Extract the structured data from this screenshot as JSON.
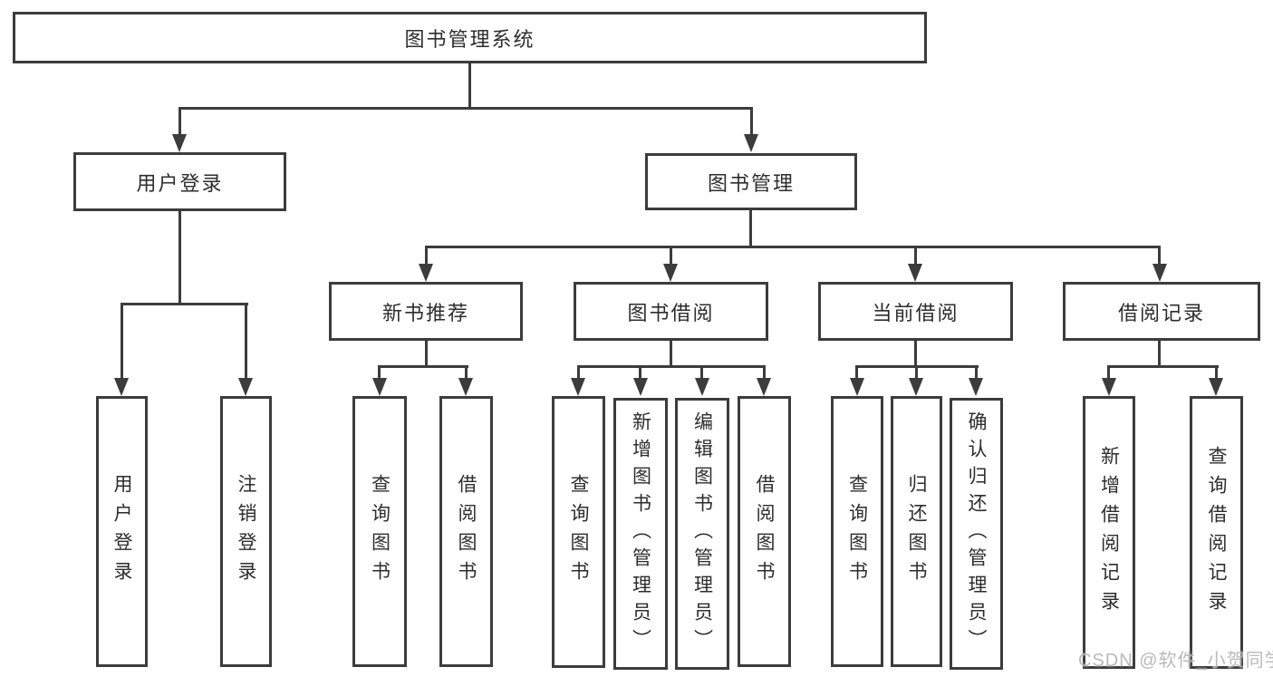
{
  "nodes": {
    "root": {
      "label": "图书管理系统"
    },
    "user_login": {
      "label": "用户登录"
    },
    "book_mgmt": {
      "label": "图书管理"
    },
    "new_books": {
      "label": "新书推荐"
    },
    "book_borrow": {
      "label": "图书借阅"
    },
    "current_borrow": {
      "label": "当前借阅"
    },
    "borrow_records": {
      "label": "借阅记录"
    },
    "leaf_user_login": {
      "label": "用户登录"
    },
    "leaf_logout": {
      "label": "注销登录"
    },
    "leaf_nb_query": {
      "label": "查询图书"
    },
    "leaf_nb_borrow": {
      "label": "借阅图书"
    },
    "leaf_bb_query": {
      "label": "查询图书"
    },
    "leaf_bb_add": {
      "label": "新增图书（管理员）"
    },
    "leaf_bb_edit": {
      "label": "编辑图书（管理员）"
    },
    "leaf_bb_borrow": {
      "label": "借阅图书"
    },
    "leaf_cb_query": {
      "label": "查询图书"
    },
    "leaf_cb_return": {
      "label": "归还图书"
    },
    "leaf_cb_confirm": {
      "label": "确认归还（管理员）"
    },
    "leaf_br_add": {
      "label": "新增借阅记录"
    },
    "leaf_br_query": {
      "label": "查询借阅记录"
    }
  },
  "watermark": {
    "text": "CSDN @软件_小贺同学"
  },
  "colors": {
    "line": "#3c3c3c",
    "text": "#2d2d2d",
    "watermark": "#b3b3b3",
    "background": "#ffffff"
  }
}
